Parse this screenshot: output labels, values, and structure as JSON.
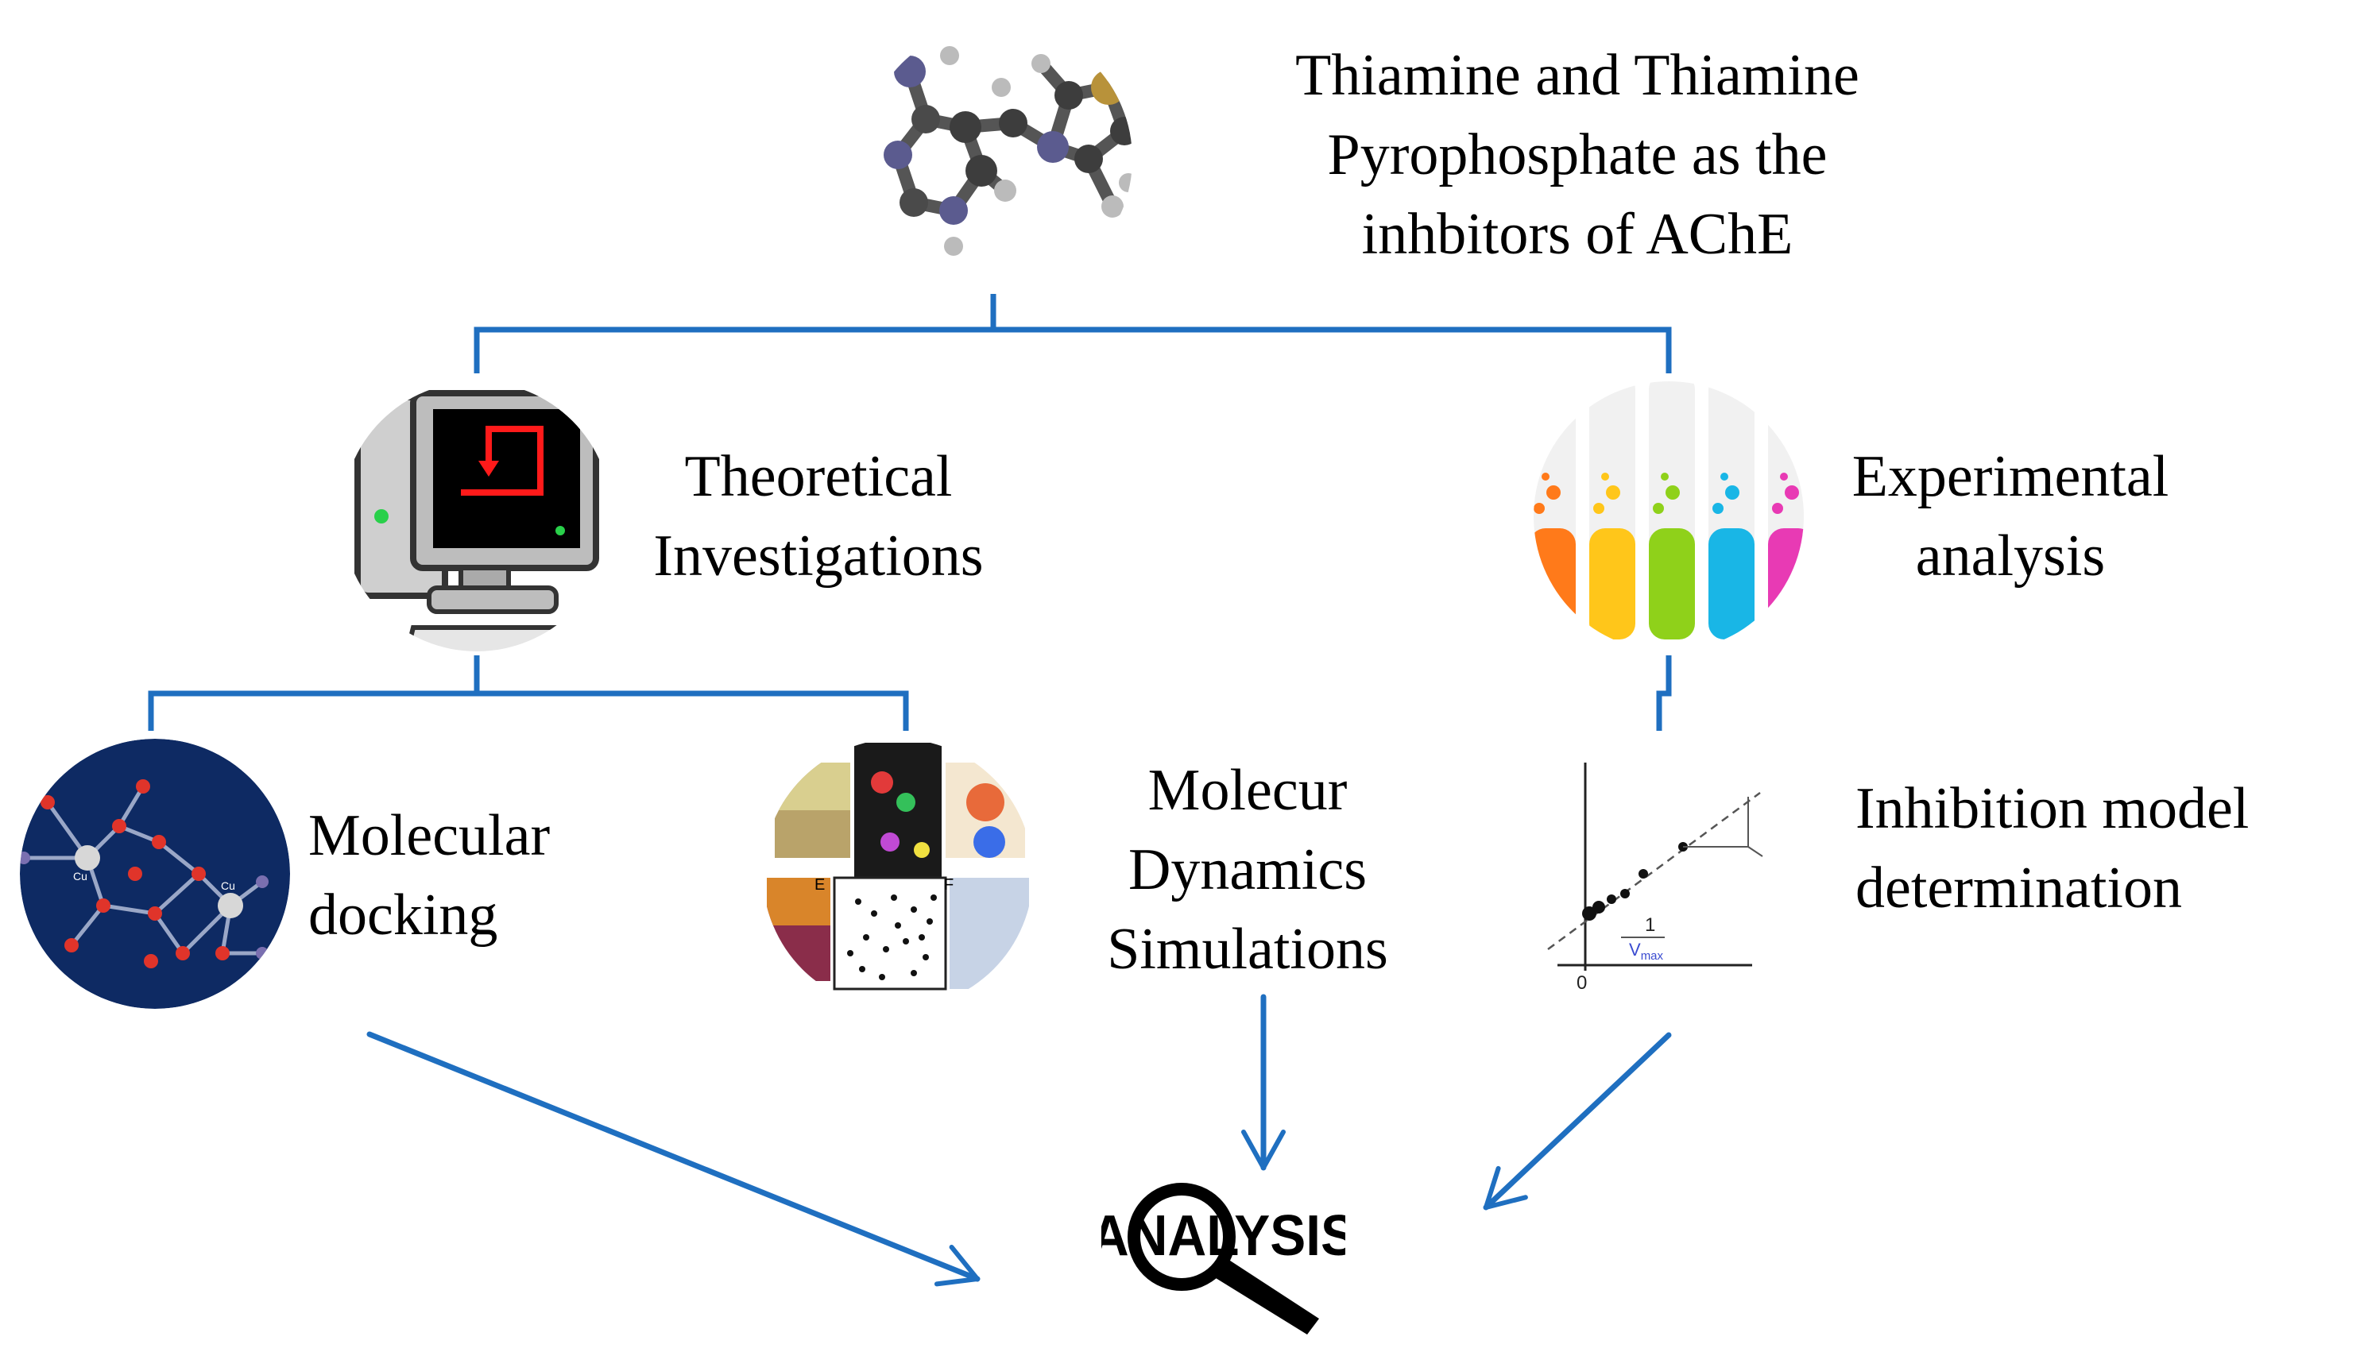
{
  "title": {
    "line1": "Thiamine and Thiamine",
    "line2": "Pyrophosphate as the",
    "line3": "inhbitors of AChE"
  },
  "theoretical": {
    "line1": "Theoretical",
    "line2": "Investigations"
  },
  "experimental": {
    "line1": "Experimental",
    "line2": "analysis"
  },
  "docking": {
    "line1": "Molecular",
    "line2": "docking"
  },
  "md": {
    "line1": "Molecur",
    "line2": "Dynamics",
    "line3": "Simulations"
  },
  "inhibition": {
    "line1": "Inhibition model",
    "line2": "determination"
  },
  "analysis_word": "ANALYSIS",
  "docking_atom_label": "Cu",
  "plot_slope_label": "1",
  "plot_vmax_label": "V",
  "plot_vmax_sub": "max",
  "plot_origin_label": "0",
  "md_panel_e": "E",
  "md_panel_f": "F",
  "colors": {
    "connector": "#1f6fc0",
    "docking_bg": "#0e2a63",
    "tube_colors": [
      "#ff7a1a",
      "#ffc61a",
      "#8fd11a",
      "#19b6e6",
      "#e83ab4"
    ]
  }
}
